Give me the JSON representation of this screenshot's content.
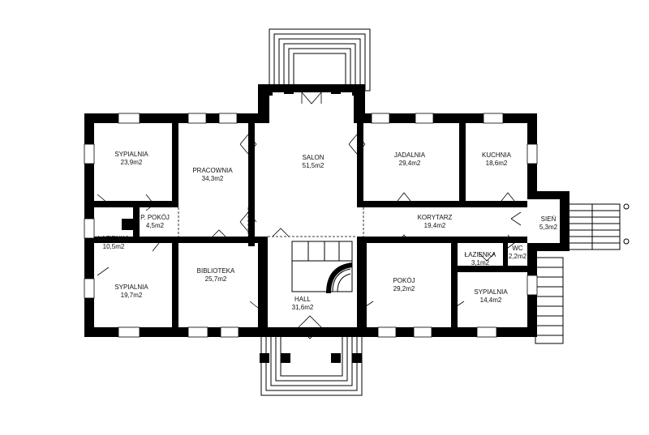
{
  "rooms": [
    {
      "id": "sypialnia-nw",
      "name": "SYPIALNIA",
      "area": "23,9m2"
    },
    {
      "id": "pracownia",
      "name": "PRACOWNIA",
      "area": "34,3m2"
    },
    {
      "id": "salon",
      "name": "SALON",
      "area": "51,5m2"
    },
    {
      "id": "jadalnia",
      "name": "JADALNIA",
      "area": "29,4m2"
    },
    {
      "id": "kuchnia",
      "name": "KUCHNIA",
      "area": "18,6m2"
    },
    {
      "id": "p-pokoj",
      "name": "P. POKÓJ",
      "area": "4,5m2"
    },
    {
      "id": "lazienka-w",
      "name": "ŁAZIENKA",
      "area": "10,5m2"
    },
    {
      "id": "korytarz",
      "name": "KORYTARZ",
      "area": "19,4m2"
    },
    {
      "id": "sien",
      "name": "SIEŃ",
      "area": "5,3m2"
    },
    {
      "id": "lazienka-e",
      "name": "ŁAZIENKA",
      "area": "3,1m2"
    },
    {
      "id": "wc",
      "name": "WC",
      "area": "2,2m2"
    },
    {
      "id": "biblioteka",
      "name": "BIBLIOTEKA",
      "area": "25,7m2"
    },
    {
      "id": "pokoj",
      "name": "POKÓJ",
      "area": "29,2m2"
    },
    {
      "id": "sypialnia-sw",
      "name": "SYPIALNIA",
      "area": "19,7m2"
    },
    {
      "id": "hall",
      "name": "HALL",
      "area": "31,6m2"
    },
    {
      "id": "sypialnia-se",
      "name": "SYPIALNIA",
      "area": "14,4m2"
    }
  ]
}
